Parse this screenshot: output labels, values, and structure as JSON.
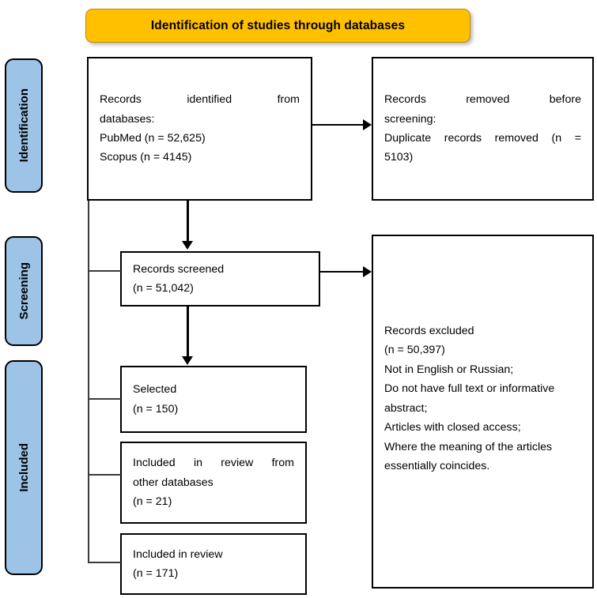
{
  "header": {
    "title": "Identification of studies through databases",
    "background_color": "#FFC000",
    "border_color": "#C08A00"
  },
  "stages": {
    "background_color": "#9DC3E6",
    "items": [
      {
        "label": "Identification"
      },
      {
        "label": "Screening"
      },
      {
        "label": "Included"
      }
    ]
  },
  "boxes": {
    "records_identified": {
      "line1": "Records identified from",
      "line2": "databases:",
      "line3": "PubMed (n = 52,625)",
      "line4": "Scopus (n = 4145)"
    },
    "records_removed": {
      "line1": "Records removed before",
      "line2": "screening:",
      "line3": "Duplicate records removed (n =",
      "line4": "5103)"
    },
    "records_screened": {
      "line1": "Records screened",
      "line2": "(n = 51,042)"
    },
    "records_excluded": {
      "line1": "Records excluded",
      "line2": "(n = 50,397)",
      "line3": "Not in English or Russian;",
      "line4": "Do not have full text or informative",
      "line5": "abstract;",
      "line6": "Articles with closed access;",
      "line7": "Where the meaning of the articles",
      "line8": "essentially coincides."
    },
    "selected": {
      "line1": "Selected",
      "line2": "(n = 150)"
    },
    "included_other_databases": {
      "line1": "Included in review from",
      "line2": "other databases",
      "line3": "(n = 21)"
    },
    "included_in_review": {
      "line1": "Included in review",
      "line2": "(n = 171)"
    }
  },
  "chart_data": {
    "type": "diagram",
    "title": "PRISMA flow diagram - Identification of studies through databases",
    "nodes": [
      {
        "id": "records_identified",
        "stage": "Identification",
        "label": "Records identified from databases",
        "counts": [
          {
            "source": "PubMed",
            "n": 52625
          },
          {
            "source": "Scopus",
            "n": 4145
          }
        ]
      },
      {
        "id": "records_removed",
        "stage": "Identification",
        "label": "Records removed before screening: Duplicate records removed",
        "n": 5103
      },
      {
        "id": "records_screened",
        "stage": "Screening",
        "label": "Records screened",
        "n": 51042
      },
      {
        "id": "records_excluded",
        "stage": "Screening",
        "label": "Records excluded",
        "n": 50397,
        "reasons": [
          "Not in English or Russian;",
          "Do not have full text or informative abstract;",
          "Articles with closed access;",
          "Where the meaning of the articles essentially coincides."
        ]
      },
      {
        "id": "selected",
        "stage": "Included",
        "label": "Selected",
        "n": 150
      },
      {
        "id": "included_other_databases",
        "stage": "Included",
        "label": "Included in review from other databases",
        "n": 21
      },
      {
        "id": "included_in_review",
        "stage": "Included",
        "label": "Included in review",
        "n": 171
      }
    ],
    "edges": [
      {
        "from": "records_identified",
        "to": "records_removed",
        "direction": "right"
      },
      {
        "from": "records_identified",
        "to": "records_screened",
        "direction": "down"
      },
      {
        "from": "records_screened",
        "to": "records_excluded",
        "direction": "right"
      },
      {
        "from": "records_screened",
        "to": "selected",
        "direction": "down"
      }
    ]
  }
}
